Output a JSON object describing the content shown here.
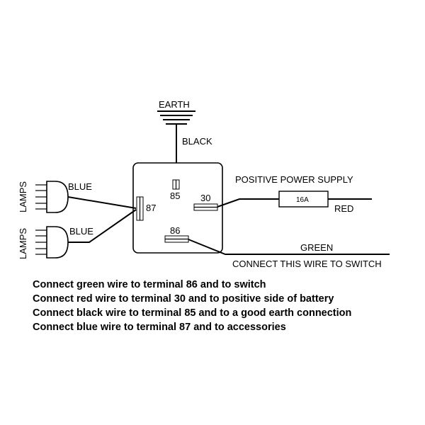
{
  "labels": {
    "earth": "EARTH",
    "black": "BLACK",
    "blue_top": "BLUE",
    "blue_bottom": "BLUE",
    "lamps_top": "LAMPS",
    "lamps_bottom": "LAMPS",
    "positive_power_supply": "POSITIVE POWER SUPPLY",
    "red": "RED",
    "green": "GREEN",
    "switch_note": "CONNECT THIS WIRE TO SWITCH",
    "fuse": "16A"
  },
  "terminals": {
    "t85": "85",
    "t30": "30",
    "t87": "87",
    "t86": "86"
  },
  "instructions": [
    "Connect green wire to terminal 86 and to switch",
    "Connect red wire to terminal 30 and to positive side of battery",
    "Connect black wire to terminal 85 and to a good earth connection",
    "Connect blue wire to terminal 87 and to accessories"
  ]
}
